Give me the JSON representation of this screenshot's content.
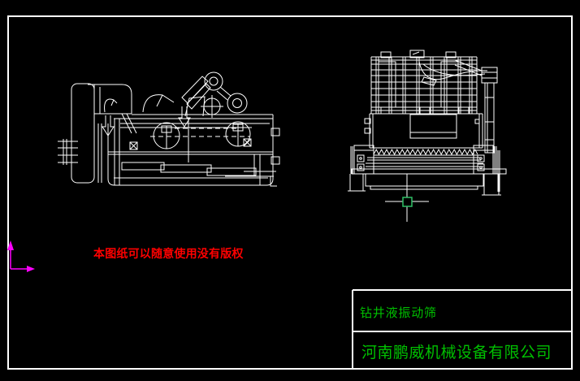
{
  "colors": {
    "background": "#000000",
    "line": "#ffffff",
    "annotation_text": "#ff0000",
    "title_text": "#00c000",
    "ucs_axis": "#ff00ff",
    "pickbox": "#2fbf66"
  },
  "annotation": {
    "text": "本图纸可以随意使用没有版权"
  },
  "title_block": {
    "drawing_title": "钻井液振动筛",
    "company": "河南鹏威机械设备有限公司"
  },
  "icons": {
    "ucs": "ucs-xy-axis-icon",
    "cursor": "crosshair-pickbox-cursor"
  }
}
